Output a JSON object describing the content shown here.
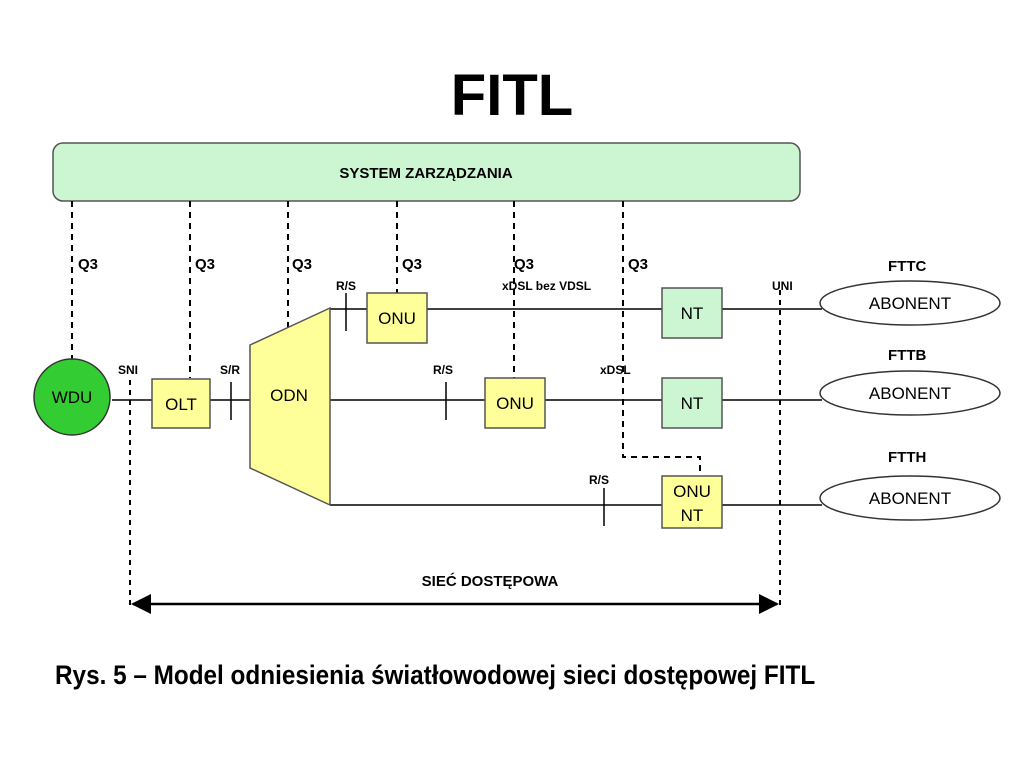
{
  "title": "FITL",
  "caption": "Rys. 5 – Model odniesienia światłowodowej sieci dostępowej FITL",
  "diagram": {
    "management": "SYSTEM ZARZĄDZANIA",
    "q3": [
      "Q3",
      "Q3",
      "Q3",
      "Q3",
      "Q3",
      "Q3"
    ],
    "wdu": "WDU",
    "olt": "OLT",
    "odn": "ODN",
    "onu": "ONU",
    "nt": "NT",
    "onu_nt": [
      "ONU",
      "NT"
    ],
    "abonent": "ABONENT",
    "fttc": "FTTC",
    "fttb": "FTTB",
    "ftth": "FTTH",
    "sni": "SNI",
    "sr": "S/R",
    "rs": "R/S",
    "uni": "UNI",
    "xdsl_bez_vdsl": "xDSL bez VDSL",
    "xdsl": "xDSL",
    "siec_dostepowa": "SIEĆ DOSTĘPOWA"
  },
  "colors": {
    "management_fill": "#ccf5d2",
    "box_fill": "#ffff99",
    "nt_fill": "#ccf5d2",
    "wdu_fill": "#33cc33"
  }
}
